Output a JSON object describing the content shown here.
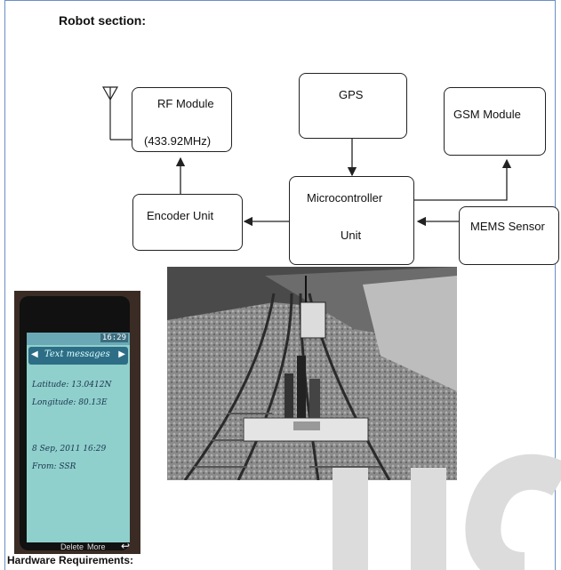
{
  "heading": "Robot section:",
  "footer": "Hardware Requirements:",
  "blocks": {
    "rf_module": {
      "line1": "RF Module",
      "line2": "(433.92MHz)"
    },
    "gps": "GPS",
    "gsm_module": "GSM Module",
    "encoder_unit": "Encoder Unit",
    "microcontroller": {
      "line1": "Microcontroller",
      "line2": "Unit"
    },
    "mems_sensor": "MEMS Sensor"
  },
  "phone": {
    "time": "16:29",
    "header": "Text messages",
    "latitude": "Latitude: 13.0412N",
    "longitude": "Longitude: 80.13E",
    "date": "8 Sep, 2011 16:29",
    "from": "From: SSR",
    "softkey_left": "Delete",
    "softkey_right": "More"
  },
  "colors": {
    "frame": "#6b8fc4",
    "watermark": "#dcdcdc",
    "lines": "#222222"
  }
}
